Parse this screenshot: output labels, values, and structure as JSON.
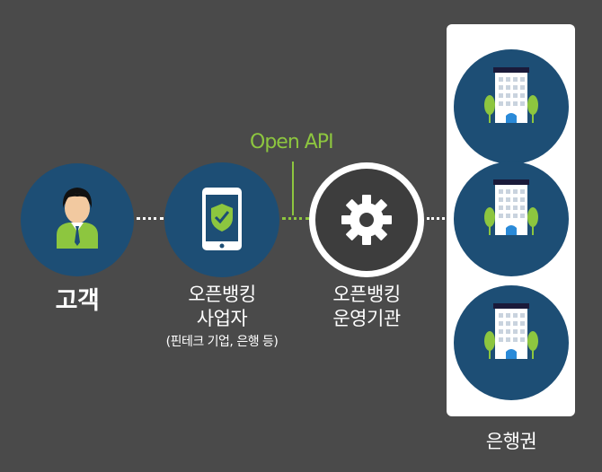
{
  "nodes": {
    "customer": {
      "label": "고객",
      "icon": "person-icon"
    },
    "provider": {
      "label_line1": "오픈뱅킹",
      "label_line2": "사업자",
      "sub": "(핀테크 기업, 은행 등)",
      "icon": "smartphone-shield-icon"
    },
    "operator": {
      "label_line1": "오픈뱅킹",
      "label_line2": "운영기관",
      "icon": "gear-icon"
    },
    "banks": {
      "label": "은행권",
      "icon": "bank-building-icon",
      "count": 3
    }
  },
  "connector": {
    "api_label": "Open API",
    "api_color": "#8dc63f"
  },
  "colors": {
    "background": "#4a4a4a",
    "circle": "#1d4e75",
    "gear_circle": "#3d3d3d",
    "accent_green": "#8dc63f"
  }
}
